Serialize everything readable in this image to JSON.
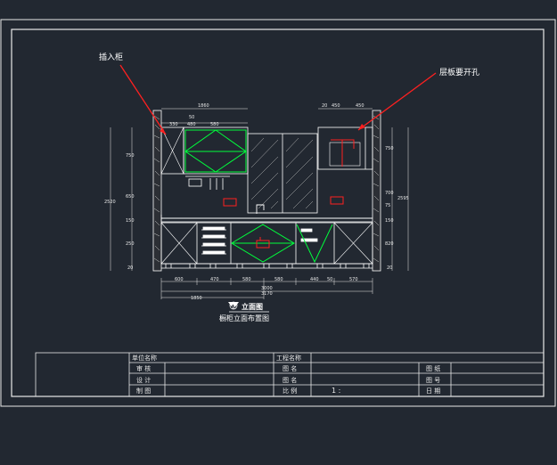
{
  "annotations": {
    "left_callout": "插入柜",
    "right_callout": "层板要开孔"
  },
  "elevation": {
    "view_symbol": "A",
    "view_label": "立面图",
    "caption": "橱柜立面布置图"
  },
  "dimensions": {
    "top_left_total": "1860",
    "top_left_sub": [
      "330",
      "480",
      "580"
    ],
    "top_left_small": "50",
    "top_right": [
      "20",
      "450",
      "450"
    ],
    "left_heights": [
      "750",
      "650",
      "150",
      "250",
      "20"
    ],
    "left_total": "2520",
    "right_heights": [
      "750",
      "700",
      "75",
      "150",
      "820",
      "20"
    ],
    "right_total": "2595",
    "bottom_row1": [
      "600",
      "470",
      "580",
      "580",
      "440",
      "50",
      "570"
    ],
    "bottom_total": "3000",
    "bottom_sub": "3170",
    "bottom_left": "1850"
  },
  "title_block": {
    "row1": {
      "label": "单位名称",
      "mid_label": "工程名称"
    },
    "row2": {
      "a": "审 核",
      "b": "图 名",
      "c": "图 纸"
    },
    "row3": {
      "a": "设 计",
      "b": "图 名",
      "c": "图 号"
    },
    "row4": {
      "a": "制 图",
      "b": "比 例",
      "scale": "1 :",
      "c": "日 期"
    }
  },
  "colors": {
    "background": "#222831",
    "line": "#ffffff",
    "accent_green": "#00ff3c",
    "accent_red": "#ff2020"
  }
}
